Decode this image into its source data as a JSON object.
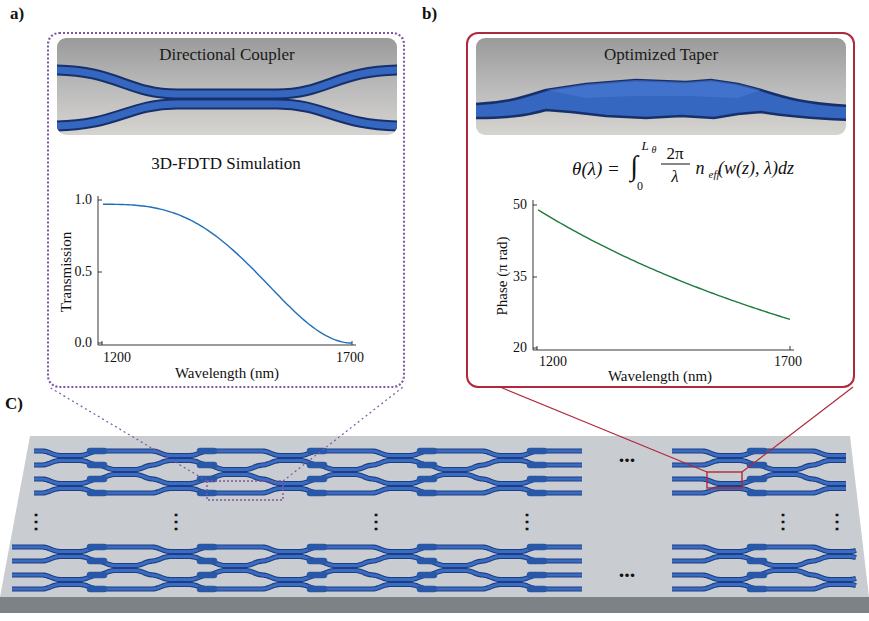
{
  "diagram": {
    "nodes": [
      {
        "text": [
          "a)",
          "3D-FDTD Simulation"
        ]
      },
      {
        "text": [
          "Directional Coupler"
        ],
        "in": 0
      },
      {
        "text": [
          "b)"
        ]
      },
      {
        "text": [
          "Optimized Taper"
        ],
        "in": 2
      },
      {
        "text": [
          "C)"
        ]
      }
    ],
    "labels": [
      "Transmission",
      "1.0",
      "0.5",
      "0.0",
      "1200",
      "1700",
      "Wavelength (nm)",
      "θ(λ) =",
      "∫",
      "L",
      "θ",
      "0",
      "2π",
      "λ",
      "n",
      "eff",
      "(w(z), λ)dz",
      "Phase (π rad)",
      "50",
      "35",
      "20",
      "1200",
      "1700",
      "Wavelength (nm)",
      "...",
      "...",
      "⋮",
      "⋮",
      "⋮",
      "⋮",
      "⋮",
      "⋮"
    ]
  }
}
